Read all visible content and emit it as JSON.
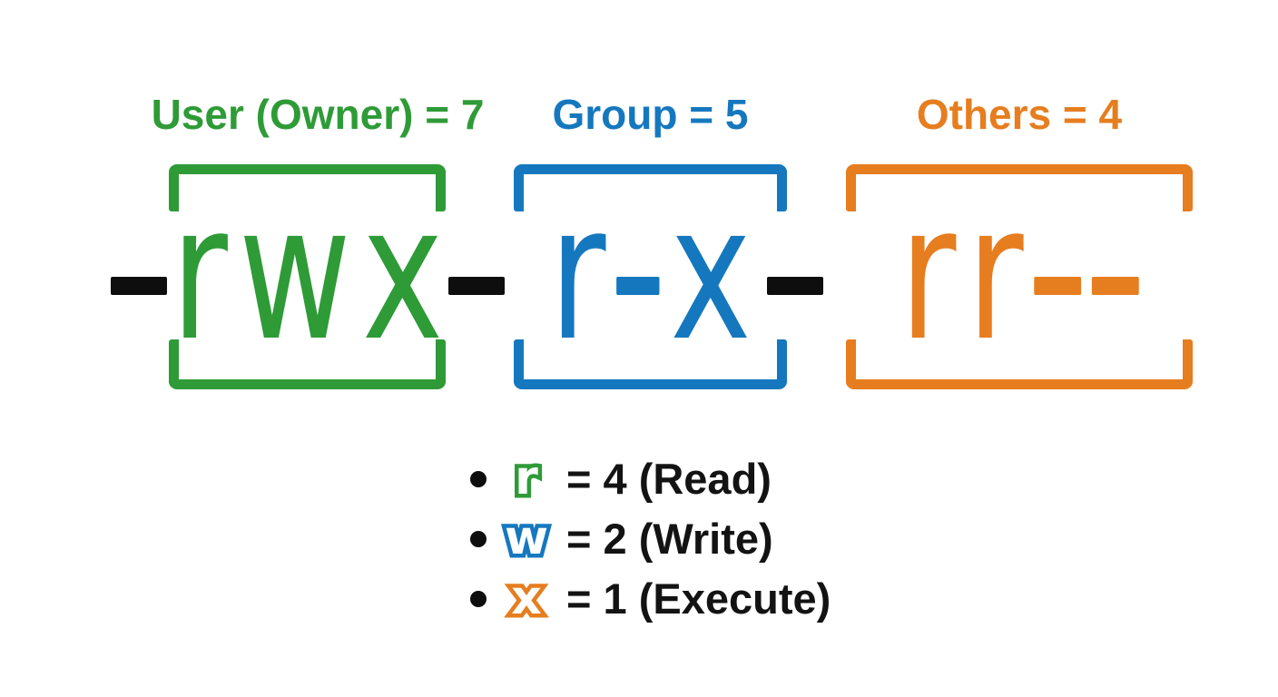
{
  "colors": {
    "user_green": "#2e9b37",
    "group_blue": "#1578be",
    "others_orange": "#e67d1f",
    "dash_black": "#0e0e0e",
    "legend_text": "#131313",
    "background": "#ffffff"
  },
  "header": {
    "user_label": "User (Owner) = 7",
    "group_label": "Group = 5",
    "others_label": "Others = 4"
  },
  "permission": {
    "full_string": "-rwx-r-x-rr--",
    "file_type_dash": "-",
    "user_bits": "rwx",
    "separator_dash_1": "-",
    "group_bits": "r-x",
    "separator_dash_2": "-",
    "others_bits": "rr--"
  },
  "legend": {
    "items": [
      {
        "symbol": "r",
        "text": "= 4 (Read)",
        "color": "#2e9b37"
      },
      {
        "symbol": "w",
        "text": "= 2 (Write)",
        "color": "#1578be"
      },
      {
        "symbol": "x",
        "text": "= 1 (Execute)",
        "color": "#e67d1f"
      }
    ]
  }
}
